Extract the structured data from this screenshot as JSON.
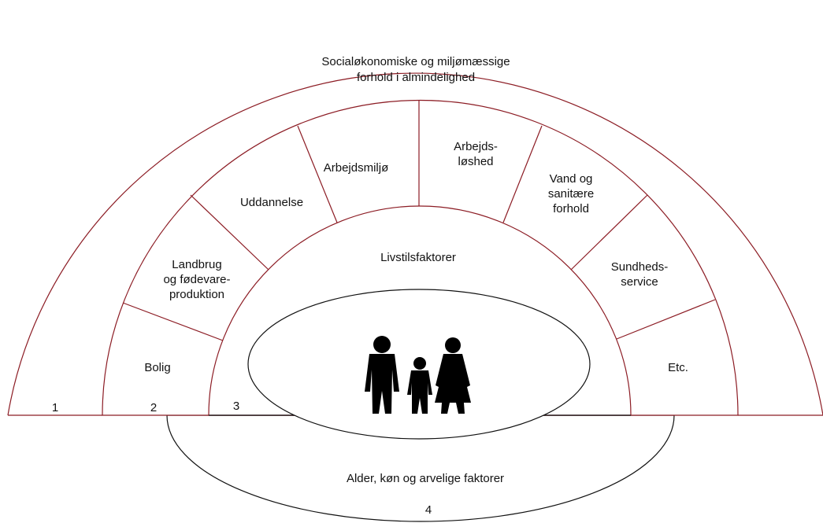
{
  "outer_ring": {
    "line1": "Socialøkonomiske og miljømæssige",
    "line2": "forhold i almindelighed",
    "number": "1"
  },
  "middle_ring": {
    "number": "2",
    "segments": [
      {
        "id": "bolig",
        "lines": [
          "Bolig"
        ]
      },
      {
        "id": "landbrug",
        "lines": [
          "Landbrug",
          "og fødevare-",
          "produktion"
        ]
      },
      {
        "id": "uddannelse",
        "lines": [
          "Uddannelse"
        ]
      },
      {
        "id": "arbejdsmiljo",
        "lines": [
          "Arbejdsmiljø"
        ]
      },
      {
        "id": "arbejdsloshed",
        "lines": [
          "Arbejds-",
          "løshed"
        ]
      },
      {
        "id": "vand",
        "lines": [
          "Vand og",
          "sanitære",
          "forhold"
        ]
      },
      {
        "id": "sundhed",
        "lines": [
          "Sundheds-",
          "service"
        ]
      },
      {
        "id": "etc",
        "lines": [
          "Etc."
        ]
      }
    ]
  },
  "inner_ring": {
    "label": "Livstilsfaktorer",
    "number": "3"
  },
  "base": {
    "label": "Alder, køn og arvelige faktorer",
    "number": "4"
  },
  "center": {
    "icon": "family-icon"
  },
  "colors": {
    "ring_line": "#8c1c24",
    "ink": "#111111",
    "background": "#ffffff"
  }
}
